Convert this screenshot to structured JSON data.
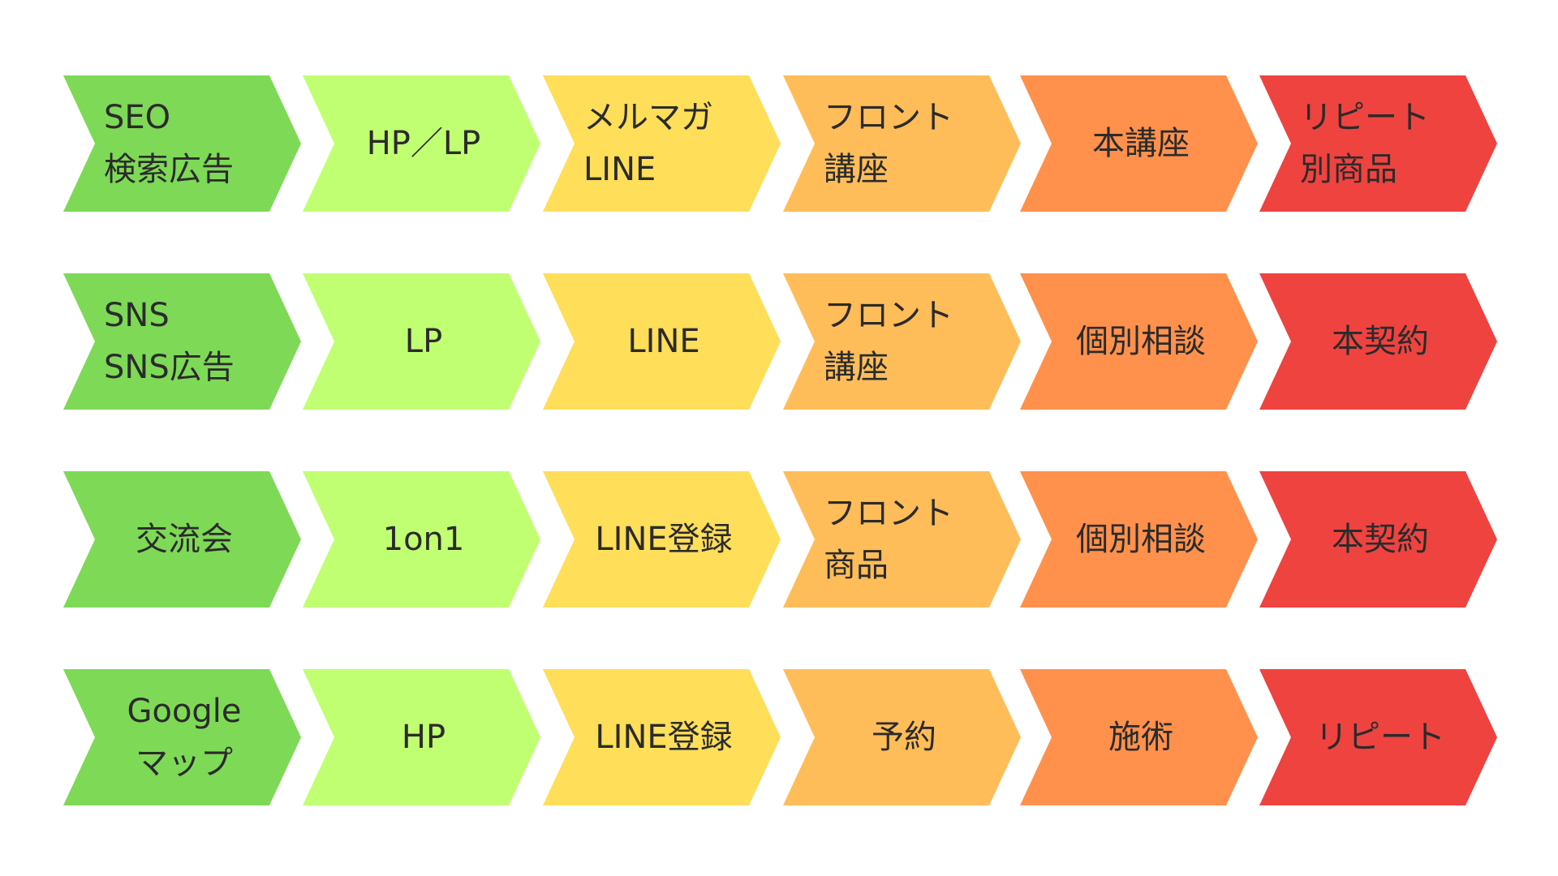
{
  "colors": {
    "stage1": "#7ed957",
    "stage2": "#c1ff72",
    "stage3": "#ffde59",
    "stage4": "#ffbd59",
    "stage5": "#ff914d",
    "stage6": "#ef4340",
    "text": "#2b2b2b"
  },
  "rows": [
    {
      "steps": [
        {
          "lines": [
            "SEO",
            "検索広告"
          ]
        },
        {
          "lines": [
            "HP／LP"
          ]
        },
        {
          "lines": [
            "メルマガ",
            "LINE"
          ]
        },
        {
          "lines": [
            "フロント",
            "講座"
          ]
        },
        {
          "lines": [
            "本講座"
          ]
        },
        {
          "lines": [
            "リピート",
            "別商品"
          ]
        }
      ]
    },
    {
      "steps": [
        {
          "lines": [
            "SNS",
            "SNS広告"
          ]
        },
        {
          "lines": [
            "LP"
          ]
        },
        {
          "lines": [
            "LINE"
          ]
        },
        {
          "lines": [
            "フロント",
            "講座"
          ]
        },
        {
          "lines": [
            "個別相談"
          ]
        },
        {
          "lines": [
            "本契約"
          ]
        }
      ]
    },
    {
      "steps": [
        {
          "lines": [
            "交流会"
          ]
        },
        {
          "lines": [
            "1on1"
          ]
        },
        {
          "lines": [
            "LINE登録"
          ]
        },
        {
          "lines": [
            "フロント",
            "商品"
          ]
        },
        {
          "lines": [
            "個別相談"
          ]
        },
        {
          "lines": [
            "本契約"
          ]
        }
      ]
    },
    {
      "steps": [
        {
          "lines": [
            "Google",
            "マップ"
          ]
        },
        {
          "lines": [
            "HP"
          ]
        },
        {
          "lines": [
            "LINE登録"
          ]
        },
        {
          "lines": [
            "予約"
          ]
        },
        {
          "lines": [
            "施術"
          ]
        },
        {
          "lines": [
            "リピート"
          ]
        }
      ]
    }
  ]
}
